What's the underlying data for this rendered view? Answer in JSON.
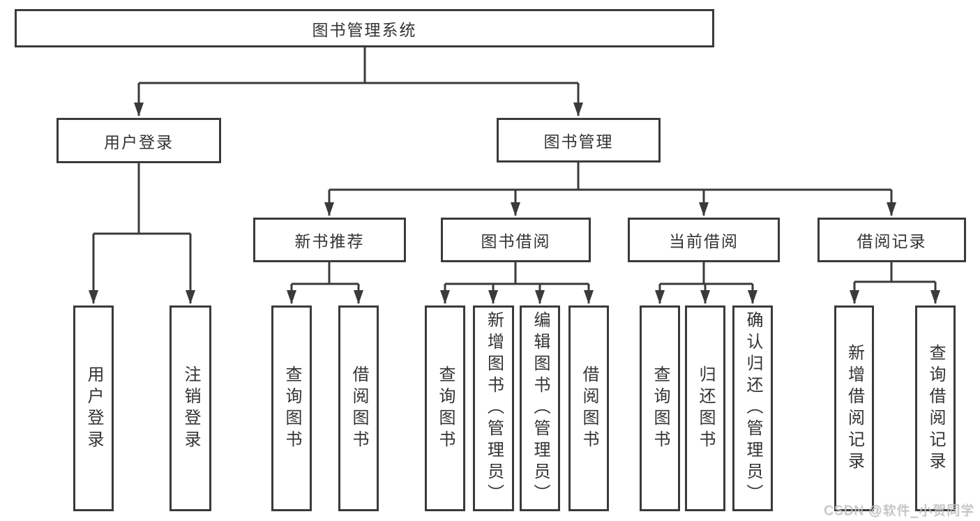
{
  "nodes": {
    "root": "图书管理系统",
    "level2": [
      "用户登录",
      "图书管理"
    ],
    "level3": [
      "新书推荐",
      "图书借阅",
      "当前借阅",
      "借阅记录"
    ],
    "leaves": [
      "用户登录",
      "注销登录",
      "查询图书",
      "借阅图书",
      "查询图书",
      "新增图书（管理员）",
      "编辑图书（管理员）",
      "借阅图书",
      "查询图书",
      "归还图书",
      "确认归还（管理员）",
      "新增借阅记录",
      "查询借阅记录"
    ]
  },
  "watermark": "CSDN @软件_小贺同学",
  "colors": {
    "line": "#3a3a3a",
    "text": "#333333",
    "watermark": "#c2c2c2",
    "background": "#ffffff"
  }
}
